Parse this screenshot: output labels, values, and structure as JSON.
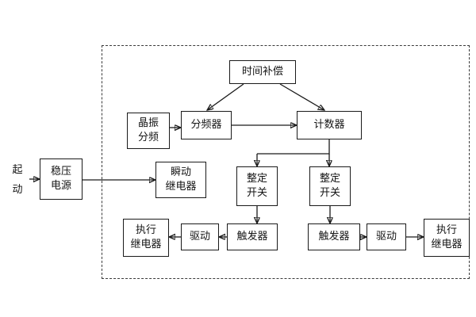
{
  "diagram": {
    "title": "time-relay-block-diagram",
    "start_label": "起\n动",
    "blocks": {
      "power": {
        "label": "稳压\n电源"
      },
      "time_comp": {
        "label": "时间补偿"
      },
      "crystal": {
        "label": "晶振\n分频"
      },
      "divider": {
        "label": "分频器"
      },
      "counter": {
        "label": "计数器"
      },
      "instant_relay": {
        "label": "瞬动\n继电器"
      },
      "setting_switch_left": {
        "label": "整定\n开关"
      },
      "setting_switch_right": {
        "label": "整定\n开关"
      },
      "trigger_left": {
        "label": "触发器"
      },
      "trigger_right": {
        "label": "触发器"
      },
      "drive_left": {
        "label": "驱动"
      },
      "drive_right": {
        "label": "驱动"
      },
      "exec_relay_left": {
        "label": "执行\n继电器"
      },
      "exec_relay_right": {
        "label": "执行\n继电器"
      }
    },
    "colors": {
      "line": "#1a1a1a",
      "box_border": "#1a1a1a",
      "background": "#ffffff",
      "dashed_border": "#3a3a3a"
    }
  }
}
